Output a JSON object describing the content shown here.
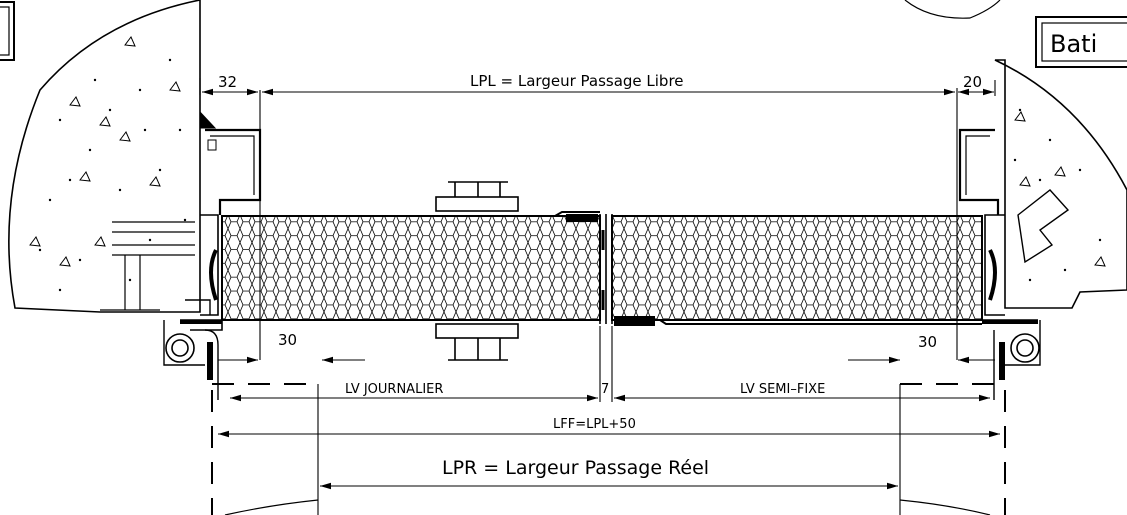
{
  "labels": {
    "bati": "Bati",
    "dim_32": "32",
    "dim_20": "20",
    "lpl": "LPL  =  Largeur  Passage  Libre",
    "dim_30_left": "30",
    "dim_30_right": "30",
    "lv_journalier": "LV  JOURNALIER",
    "dim_7": "7",
    "lv_semi_fixe": "LV  SEMI–FIXE",
    "lff": "LFF=LPL+50",
    "lpr": "LPR  =   Largeur  Passage  Réel"
  }
}
